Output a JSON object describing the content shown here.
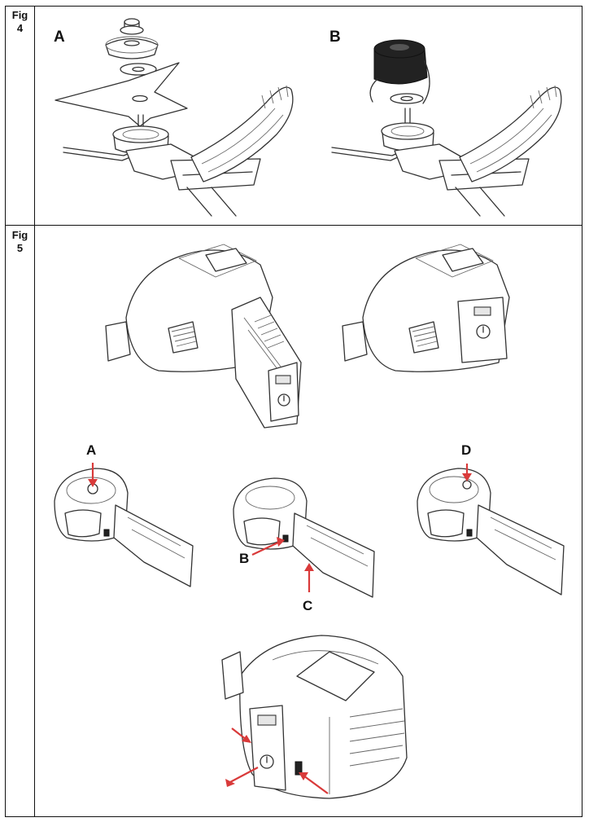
{
  "figures": {
    "fig4": {
      "label_line1": "Fig",
      "label_line2": "4",
      "panel_a": "A",
      "panel_b": "B"
    },
    "fig5": {
      "label_line1": "Fig",
      "label_line2": "5"
    }
  },
  "callouts": {
    "a": "A",
    "b": "B",
    "c": "C",
    "d": "D"
  },
  "colors": {
    "border": "#111111",
    "arrow": "#d93a3a",
    "spool": "#222222"
  }
}
